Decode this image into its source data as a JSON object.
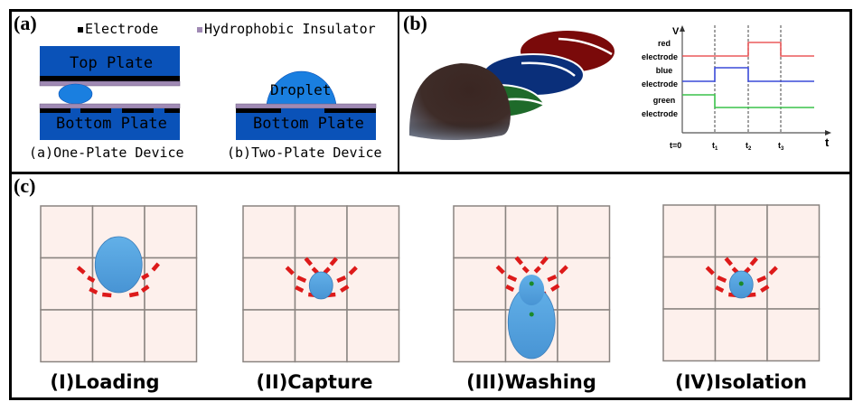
{
  "panels": {
    "a": {
      "label": "(a)",
      "legend": [
        {
          "name": "electrode",
          "label": "Electrode",
          "color": "#000000"
        },
        {
          "name": "hydrophobic-insulator",
          "label": "Hydrophobic Insulator",
          "color": "#a08ab4"
        }
      ],
      "one_plate": {
        "top_plate_label": "Top Plate",
        "bottom_plate_label": "Bottom Plate",
        "caption": "(a)One-Plate Device"
      },
      "two_plate": {
        "droplet_label": "Droplet",
        "bottom_plate_label": "Bottom Plate",
        "caption": "(b)Two-Plate Device"
      },
      "colors": {
        "plate": "#0a52b8",
        "droplet": "#1a7fe0",
        "electrode": "#000000",
        "insulator": "#a08ab4"
      }
    },
    "b": {
      "label": "(b)",
      "electrode_colors": {
        "red": "#7a0a0a",
        "blue": "#0a2f7a",
        "green": "#1e6a2a"
      },
      "droplet_color": "#3a2a24",
      "chart_data": {
        "type": "line",
        "title": "",
        "ylabel": "V",
        "xlabel": "t",
        "x_ticks": [
          "t=0",
          "t1",
          "t2",
          "t3"
        ],
        "y_labels": [
          {
            "line1": "red",
            "line2": "electrode"
          },
          {
            "line1": "blue",
            "line2": "electrode"
          },
          {
            "line1": "green",
            "line2": "electrode"
          }
        ],
        "series": [
          {
            "name": "red electrode",
            "color": "#e8484a",
            "low_color": "#f08a8a",
            "levels": [
              "low",
              "low",
              "high",
              "low"
            ]
          },
          {
            "name": "blue electrode",
            "color": "#3a4ad8",
            "levels": [
              "low",
              "high",
              "low",
              "low"
            ]
          },
          {
            "name": "green electrode",
            "color": "#3ac24a",
            "levels": [
              "high",
              "low",
              "low",
              "low"
            ]
          }
        ]
      }
    },
    "c": {
      "label": "(c)",
      "steps": [
        {
          "label": "(I)Loading",
          "state": "loading"
        },
        {
          "label": "(II)Capture",
          "state": "capture"
        },
        {
          "label": "(III)Washing",
          "state": "washing"
        },
        {
          "label": "(IV)Isolation",
          "state": "isolation"
        }
      ],
      "colors": {
        "cell": "#fdf0ec",
        "cell_border": "#8a8480",
        "droplet": "#55a5e0",
        "dash": "#dd1a1a",
        "bead": "#1a8a2a"
      }
    }
  }
}
